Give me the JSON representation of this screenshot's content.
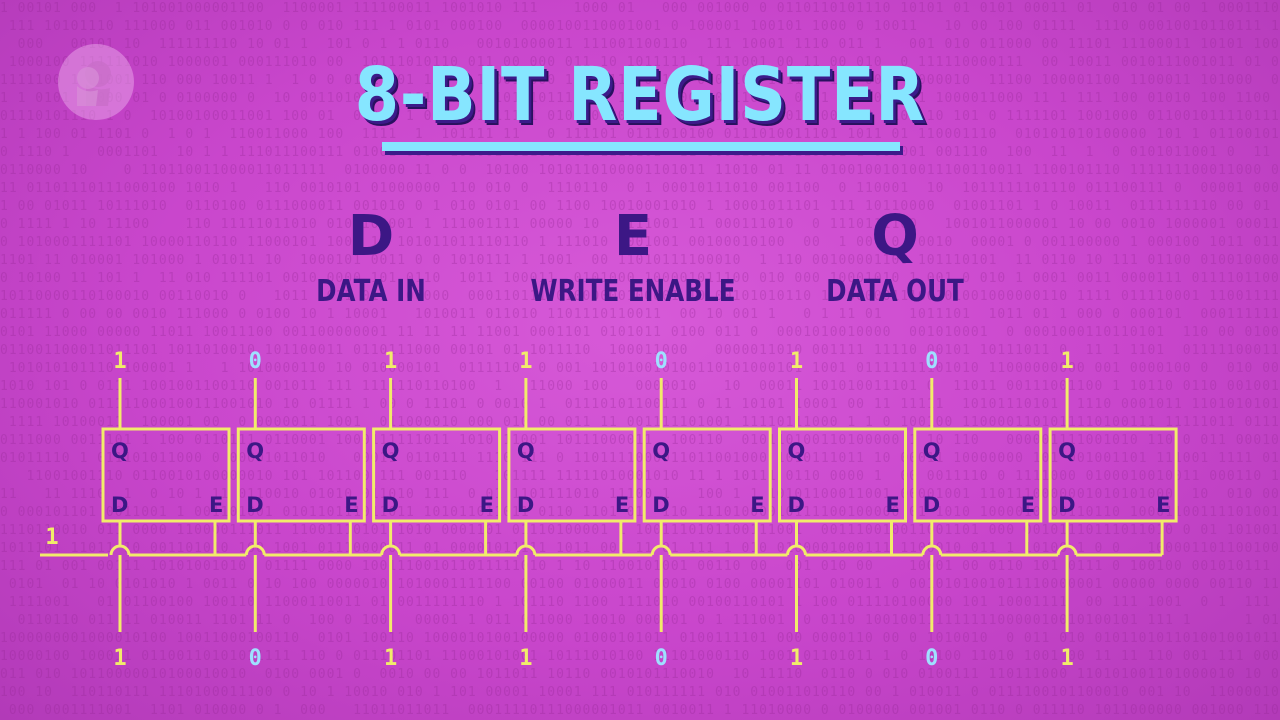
{
  "title": "8-BIT REGISTER",
  "legend": [
    {
      "letter": "D",
      "label": "DATA IN"
    },
    {
      "letter": "E",
      "label": "WRITE ENABLE"
    },
    {
      "letter": "Q",
      "label": "DATA OUT"
    }
  ],
  "enable_value": "1",
  "bits_in": [
    "1",
    "0",
    "1",
    "1",
    "0",
    "1",
    "0",
    "1"
  ],
  "bits_out": [
    "1",
    "0",
    "1",
    "1",
    "0",
    "1",
    "0",
    "1"
  ],
  "latch_labels": {
    "q": "Q",
    "d": "D",
    "e": "E"
  },
  "colors": {
    "wire": "#f1ec6a",
    "bit_one": "#f1ec6a",
    "bit_zero": "#9fe0ff",
    "latch_text": "#3c1785",
    "title": "#86e6ff"
  },
  "icons": {
    "logo": "pbs-logo-icon"
  }
}
